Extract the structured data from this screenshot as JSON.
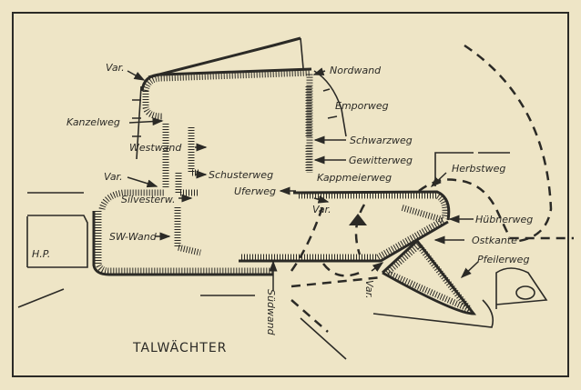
{
  "title": "TALWÄCHTER",
  "labels": {
    "var_top": "Var.",
    "nordwand": "Nordwand",
    "emporweg": "Emporweg",
    "kanzelweg": "Kanzelweg",
    "westwand": "Westwand",
    "schwarzweg": "Schwarzweg",
    "gewitterweg": "Gewitterweg",
    "var_left": "Var.",
    "schusterweg": "Schusterweg",
    "kappmeierweg": "Kappmeierweg",
    "herbstweg": "Herbstweg",
    "uferweg": "Uferweg",
    "silvesterw": "Silvesterw.",
    "var_mid": "Var.",
    "huebnerweg": "Hübnerweg",
    "sw_wand": "SW-Wand",
    "ostkante": "Ostkante",
    "pfeilerweg": "Pfeilerweg",
    "hp": "H.P.",
    "suedwand": "Südwand",
    "var_bottom": "Var."
  },
  "summit_icon": "triangle-summit-marker",
  "colors": {
    "paper": "#eee5c6",
    "ink": "#2b2a26"
  }
}
